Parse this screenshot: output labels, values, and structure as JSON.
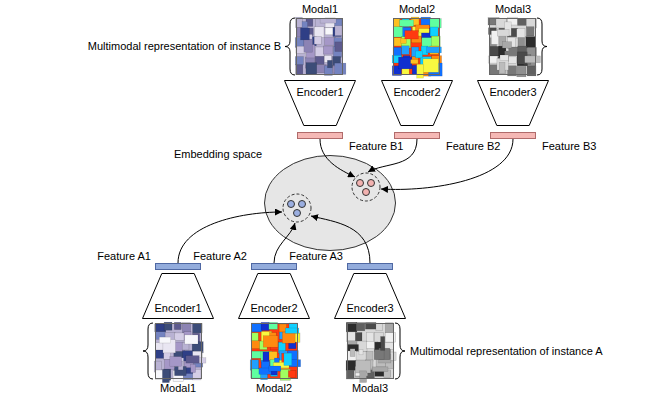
{
  "diagram": {
    "nodes": [
      {
        "text": [
          "Encoder1"
        ]
      },
      {
        "text": [
          "Encoder2"
        ]
      },
      {
        "text": [
          "Encoder3"
        ]
      },
      {
        "text": [
          "Feature B1"
        ]
      },
      {
        "text": [
          "Feature B2"
        ]
      },
      {
        "text": [
          "Feature B3"
        ]
      },
      {
        "text": [
          "Embedding space"
        ]
      },
      {
        "text": [
          "Feature A1"
        ]
      },
      {
        "text": [
          "Feature A2"
        ]
      },
      {
        "text": [
          "Feature A3"
        ]
      },
      {
        "text": [
          "Encoder1"
        ]
      },
      {
        "text": [
          "Encoder2"
        ]
      },
      {
        "text": [
          "Encoder3"
        ]
      }
    ],
    "edges": [
      {
        "from": 3,
        "to": 6,
        "arrow": "to"
      },
      {
        "from": 4,
        "to": 6,
        "arrow": "to"
      },
      {
        "from": 5,
        "to": 6,
        "arrow": "to"
      },
      {
        "from": 7,
        "to": 6,
        "arrow": "to"
      },
      {
        "from": 8,
        "to": 6,
        "arrow": "to"
      },
      {
        "from": 9,
        "to": 6,
        "arrow": "to"
      }
    ],
    "labels": [
      "Modal1",
      "Modal2",
      "Modal3",
      "Multimodal representation of instance B",
      "Multimodal representation of instance A",
      "Modal1",
      "Modal2",
      "Modal3"
    ]
  }
}
